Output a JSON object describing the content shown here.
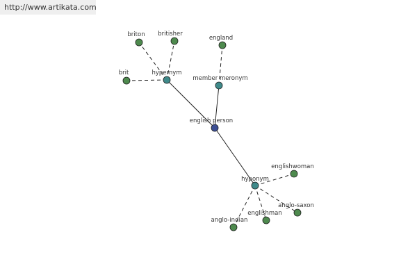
{
  "source_link": "http://www.artikata.com",
  "colors": {
    "center_node": "#3d4f94",
    "relation_node": "#3f8a8a",
    "leaf_node": "#4e8a4e",
    "node_stroke": "#1f1f1f",
    "edge": "#222222"
  },
  "graph": {
    "center": {
      "id": "english-person",
      "label": "english person"
    },
    "relations": [
      {
        "id": "hypernym",
        "label": "hypernym",
        "words": [
          {
            "id": "briton",
            "label": "briton"
          },
          {
            "id": "britisher",
            "label": "britisher"
          },
          {
            "id": "brit",
            "label": "brit"
          }
        ]
      },
      {
        "id": "member-meronym",
        "label": "member meronym",
        "words": [
          {
            "id": "england",
            "label": "england"
          }
        ]
      },
      {
        "id": "hyponym",
        "label": "hyponym",
        "words": [
          {
            "id": "englishwoman",
            "label": "englishwoman"
          },
          {
            "id": "anglo-saxon",
            "label": "anglo-saxon"
          },
          {
            "id": "englishman",
            "label": "englishman"
          },
          {
            "id": "anglo-indian",
            "label": "anglo-indian"
          }
        ]
      }
    ]
  }
}
